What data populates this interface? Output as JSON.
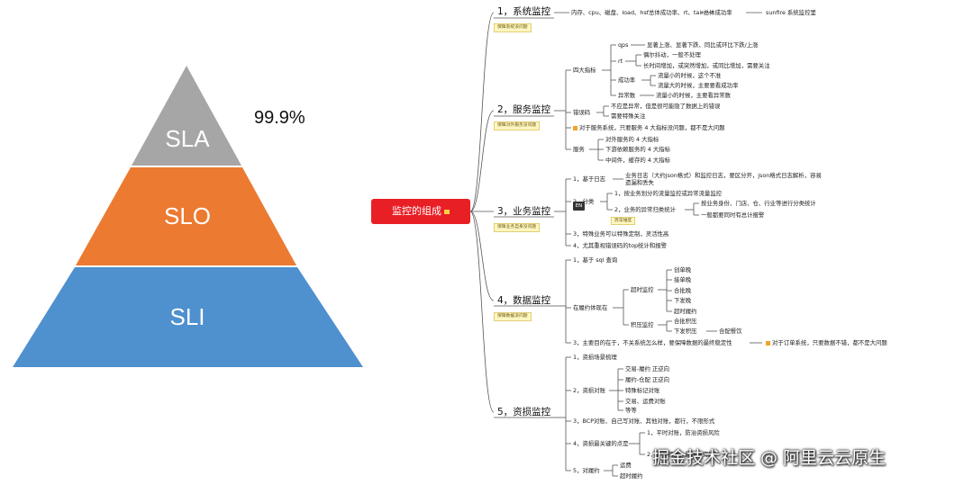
{
  "pyramid": {
    "top": {
      "label": "SLA",
      "color": "#a6a6a6"
    },
    "middle": {
      "label": "SLO",
      "color": "#ec7a31"
    },
    "bottom": {
      "label": "SLI",
      "color": "#4f90cf"
    },
    "percent": "99.9%"
  },
  "root": {
    "label": "监控的组成",
    "color": "#e81f25"
  },
  "s1": {
    "title": "1，系统监控",
    "note": "保障系统没问题",
    "items": "内存、cpu、磁盘、load、hsf总体成功率、rt、tair总体成功率",
    "extra": "sunfire 系统监控里"
  },
  "s2": {
    "title": "2，服务监控",
    "note": "保障对外服务没问题",
    "four": "四大指标",
    "qps": "qps",
    "qps_desc": "显著上涨、显著下跌、同比或环比下跌/上涨",
    "rt": "rt",
    "rt_a": "偶尔抖动，一般不处理",
    "rt_b": "长时间增加，或突然增加，或同比增加，需要关注",
    "succ": "成功率",
    "succ_a": "流量小的时候，这个不准",
    "succ_b": "流量大的时候，主要要看成功率",
    "err": "异常数",
    "err_a": "流量小的时候，主要看异常数",
    "code": "错误码",
    "code_a": "不应是异常，但是很可能隐了数据上的错误",
    "code_b": "需要特殊关注",
    "service_note": "对于服务系统，只要服务 4 大指标没问题，都不是大问题",
    "svc": "服务",
    "svc_a": "对外服务的 4 大指标",
    "svc_b": "下游依赖服务的 4 大指标",
    "svc_c": "中间件，缓存的 4 大指标"
  },
  "s3": {
    "title": "3，业务监控",
    "note": "保障业务自身没问题",
    "log": "1，基于日志",
    "log_desc": "业务日志（大约json格式）和监控日志，要区分开，json格式日志解析，容易",
    "log_desc2": "遗漏和丢失",
    "cls": "2，分类",
    "en": "EN",
    "cls_a": "1，按业务划分的流量监控或异常流量监控",
    "cls_b": "2，业务的异常归类统计",
    "cls_b_note": "异常维度",
    "cls_b1": "按业务身份、门店、仓、行业等进行分类统计",
    "cls_b2": "一般都要同时有总计报警",
    "special": "3，特殊业务可以特殊定制，灵活性高",
    "top": "4，尤其重视错误码的top统计和报警"
  },
  "s4": {
    "title": "4，数据监控",
    "note": "保障数据没问题",
    "sql": "1，基于 sql 查询",
    "perf": "在履约体现在",
    "timeout": "超时监控",
    "to_items": [
      "创单晚",
      "接单晚",
      "合批晚",
      "下发晚",
      "超时履约"
    ],
    "backlog": "积压监控",
    "bl_items": [
      "合批积压",
      "下发积压"
    ],
    "bl_sub": "合配餐饮",
    "main": "3，主要目的在于，不关系统怎么样，要保障数据的最终稳定性",
    "main_note": "对于订单系统，只要数据不错，都不是大问题"
  },
  "s5": {
    "title": "5，资损监控",
    "a": "1，资损场景梳理",
    "b": "2，资损对账",
    "b_items": [
      "交易-履约 正逆向",
      "履约-仓配 正逆向",
      "特殊标记对账",
      "交易、运费对账",
      "等等"
    ],
    "c": "3，BCP对账、自己写对账、其他对账，都行，不限形式",
    "d": "4，资损最关键的点是",
    "d_items": [
      "1，平时对账，防治资损风险",
      "2，遇到资损，最快速资损"
    ],
    "e": "5，对履约",
    "e_items": [
      "运费",
      "超时履约"
    ]
  },
  "watermark": "掘金技术社区 @ 阿里云云原生"
}
